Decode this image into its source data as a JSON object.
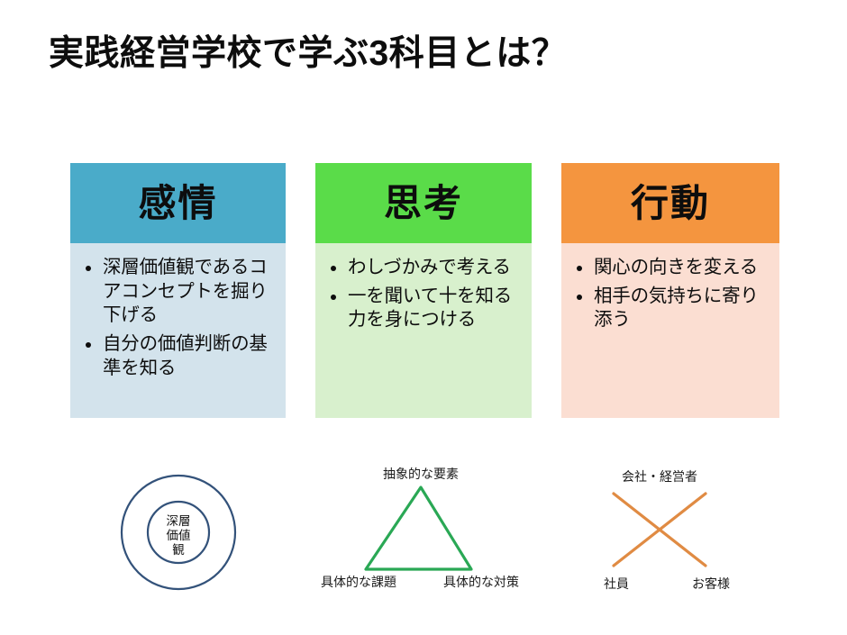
{
  "slide": {
    "title": "実践経営学校で学ぶ3科目とは？",
    "background_color": "#FFFFFF"
  },
  "cards": [
    {
      "id": "kanjo",
      "header": "感情",
      "header_color": "#4AABC9",
      "body_color": "#D3E3EC",
      "bullets": [
        "深層価値観であるコアコンセプトを掘り下げる",
        "自分の価値判断の基準を知る"
      ]
    },
    {
      "id": "shiko",
      "header": "思考",
      "header_color": "#5ADC49",
      "body_color": "#D8F0CD",
      "bullets": [
        "わしづかみで考える",
        "一を聞いて十を知る力を身につける"
      ]
    },
    {
      "id": "kodo",
      "header": "行動",
      "header_color": "#F4953F",
      "body_color": "#FBDED2",
      "bullets": [
        "関心の向きを変える",
        "相手の気持ちに寄り添う"
      ]
    }
  ],
  "diagrams": {
    "circles": {
      "stroke_color": "#33527A",
      "center_lines": [
        "深層",
        "価値",
        "観"
      ]
    },
    "triangle": {
      "stroke_color": "#2AA855",
      "top_label": "抽象的な要素",
      "bottom_left_label": "具体的な課題",
      "bottom_right_label": "具体的な対策"
    },
    "cross": {
      "stroke_color": "#E08B43",
      "top_label": "会社・経営者",
      "bottom_left_label": "社員",
      "bottom_right_label": "お客様"
    }
  }
}
